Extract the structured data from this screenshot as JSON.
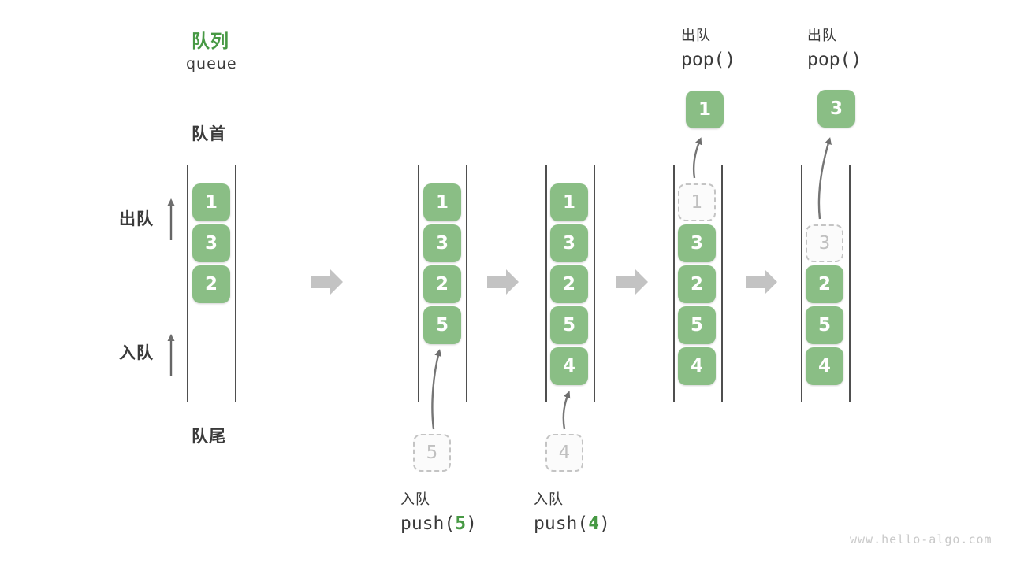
{
  "title": {
    "zh": "队列",
    "en": "queue"
  },
  "side_labels": {
    "front": "队首",
    "rear": "队尾",
    "dequeue": "出队",
    "enqueue": "入队"
  },
  "operations": {
    "push5": {
      "label": "入队",
      "fn": "push(",
      "arg": "5",
      "close": ")"
    },
    "push4": {
      "label": "入队",
      "fn": "push(",
      "arg": "4",
      "close": ")"
    },
    "pop1": {
      "label": "出队",
      "fn": "pop()"
    },
    "pop2": {
      "label": "出队",
      "fn": "pop()"
    }
  },
  "popped": {
    "first": "1",
    "second": "3"
  },
  "staging": {
    "push5_value": "5",
    "push4_value": "4"
  },
  "columns": [
    {
      "name": "state-initial",
      "boxes": [
        {
          "value": "1"
        },
        {
          "value": "3"
        },
        {
          "value": "2"
        }
      ]
    },
    {
      "name": "state-after-push5",
      "boxes": [
        {
          "value": "1"
        },
        {
          "value": "3"
        },
        {
          "value": "2"
        },
        {
          "value": "5"
        }
      ]
    },
    {
      "name": "state-after-push4",
      "boxes": [
        {
          "value": "1"
        },
        {
          "value": "3"
        },
        {
          "value": "2"
        },
        {
          "value": "5"
        },
        {
          "value": "4"
        }
      ]
    },
    {
      "name": "state-after-pop1",
      "ghost": "1",
      "boxes": [
        {
          "value": "3"
        },
        {
          "value": "2"
        },
        {
          "value": "5"
        },
        {
          "value": "4"
        }
      ]
    },
    {
      "name": "state-after-pop3",
      "ghost": "3",
      "boxes": [
        {
          "value": "2"
        },
        {
          "value": "5"
        },
        {
          "value": "4"
        }
      ]
    }
  ],
  "watermark": "www.hello-algo.com",
  "colors": {
    "box_green": "#8abe85",
    "accent_green": "#479944",
    "flow_arrow_gray": "#c3c3c3",
    "line_gray": "#4f4f4f",
    "text_dark": "#3a3a3a",
    "ghost_gray": "#c4c4c4",
    "watermark_gray": "#c9c9c9"
  }
}
